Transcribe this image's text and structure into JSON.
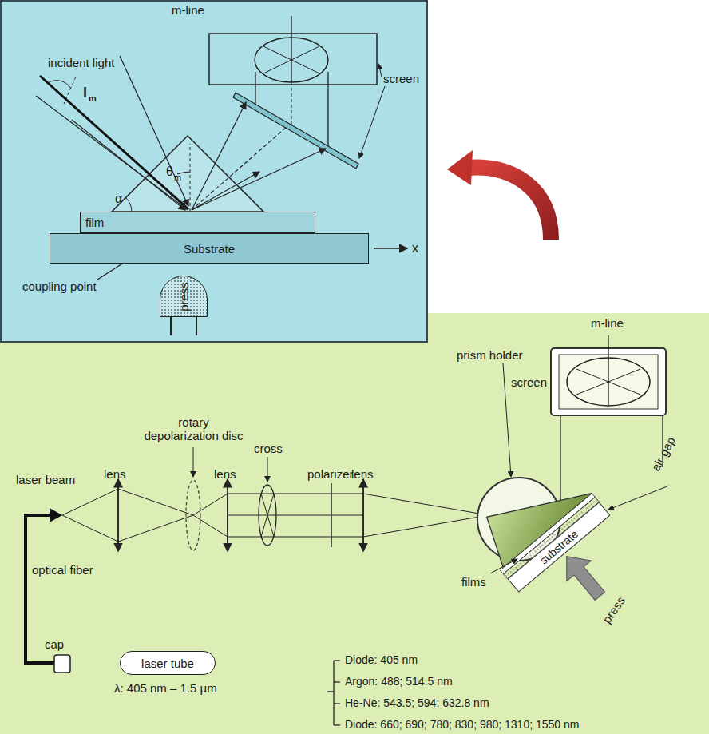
{
  "diagram": {
    "nodes": [
      {
        "text": [
          "film"
        ]
      },
      {
        "text": [
          "Substrate"
        ]
      },
      {
        "text": [
          "press"
        ]
      },
      {
        "text": [
          "laser tube"
        ]
      },
      {
        "text": [
          "substrate"
        ]
      }
    ],
    "labels": [
      "m-line",
      "screen",
      "incident light",
      "l",
      "m",
      "θ",
      "m",
      "α",
      "coupling point",
      "x",
      "m-line",
      "screen",
      "prism holder",
      "rotary depolarization disc",
      "cross",
      "laser beam",
      "lens",
      "lens",
      "polarizer",
      "lens",
      "air gap",
      "films",
      "press",
      "optical fiber",
      "cap",
      "λ: 405 nm – 1.5 μm",
      "Diode: 405 nm",
      "Argon: 488; 514.5 nm",
      "He-Ne: 543.5; 594; 632.8 nm",
      "Diode: 660; 690; 780; 830; 980; 1310; 1550 nm"
    ]
  }
}
